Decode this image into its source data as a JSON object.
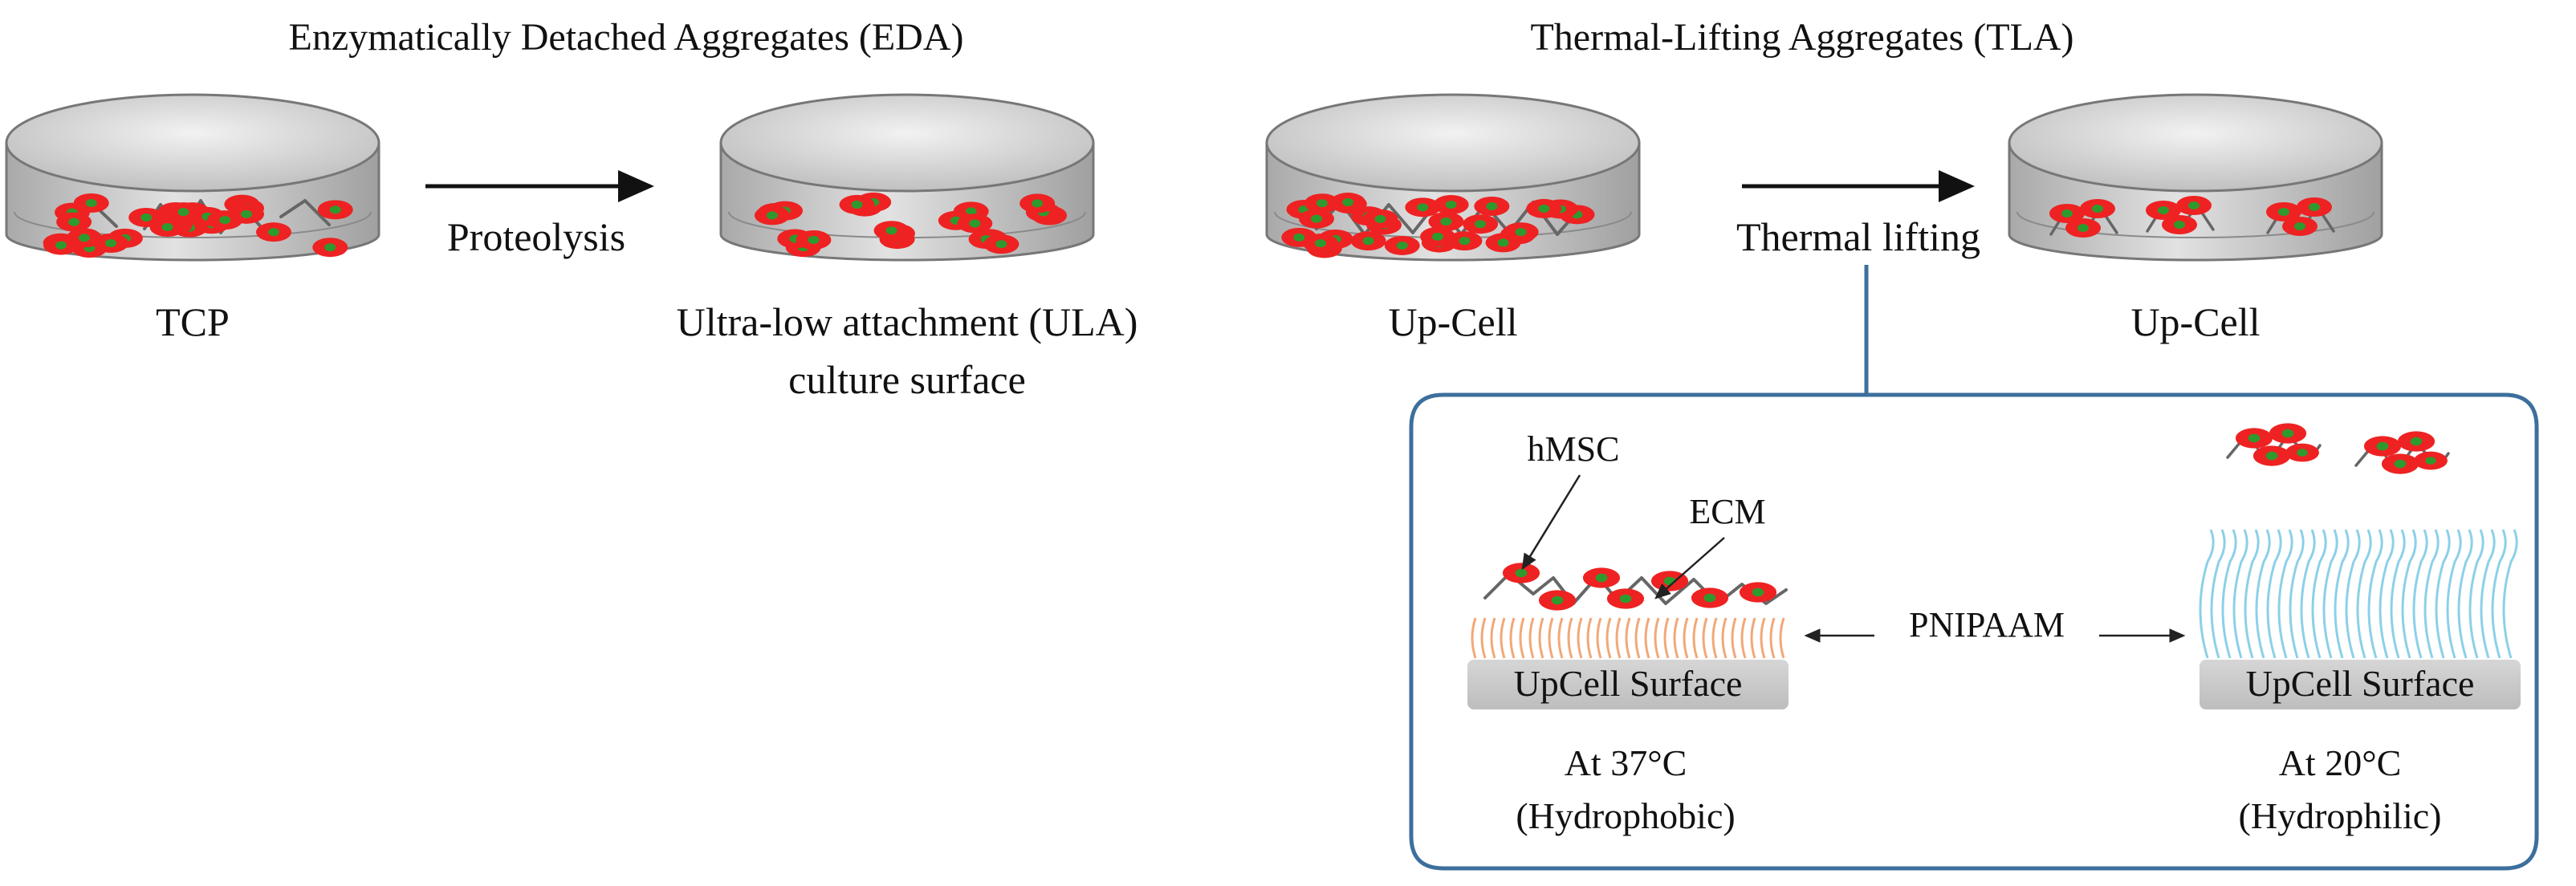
{
  "titles": {
    "eda": "Enzymatically Detached Aggregates (EDA)",
    "tla": "Thermal-Lifting Aggregates (TLA)"
  },
  "arrows": {
    "proteolysis": "Proteolysis",
    "thermal_lifting": "Thermal lifting"
  },
  "dishes": {
    "tcp": "TCP",
    "ula_line1": "Ultra-low attachment (ULA)",
    "ula_line2": "culture surface",
    "upcell_before": "Up-Cell",
    "upcell_after": "Up-Cell"
  },
  "inset": {
    "hmsc": "hMSC",
    "ecm": "ECM",
    "pnipaam": "PNIPAAM",
    "surface_left": "UpCell Surface",
    "surface_right": "UpCell Surface",
    "temp_left": "At 37°C",
    "state_left": "(Hydrophobic)",
    "temp_right": "At 20°C",
    "state_right": "(Hydrophilic)"
  },
  "colors": {
    "cell": "#ee2222",
    "nucleus": "#2e9a2e",
    "ecm": "#666666",
    "dish_fill": "#dcdcdc",
    "dish_stroke": "#777777",
    "inset_border": "#3d6f9c",
    "polymer_collapsed": "#f2a878",
    "polymer_extended": "#8cd0e8",
    "surface": "#cccccc"
  }
}
